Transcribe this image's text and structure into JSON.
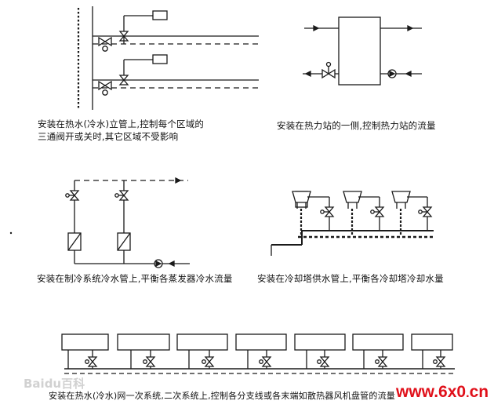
{
  "captions": {
    "riser": "安装在热水(冷水)立管上,控制每个区域的",
    "riser_line2": "三通阀开或关时,其它区域不受影响",
    "heat_station": "安装在热力站的一侧,控制热力站的流量",
    "chiller": "安装在制冷系统冷水管上,平衡各蒸发器冷水流量",
    "cooling_tower": "安装在冷却塔供水管上,平衡各冷却塔冷却水量",
    "network": "安装在热水(冷水)网一次系统,二次系统上,控制各分支线或各末端如散热器风机盘管的流量"
  },
  "watermarks": {
    "left": "Baidu百科",
    "right_main": "www.6x0",
    "right_dot": ".",
    "right_tld": "cn"
  },
  "colors": {
    "line": "#1a1a1a",
    "watermark_gray": "#c9c9c9",
    "watermark_red": "#e0101a"
  }
}
